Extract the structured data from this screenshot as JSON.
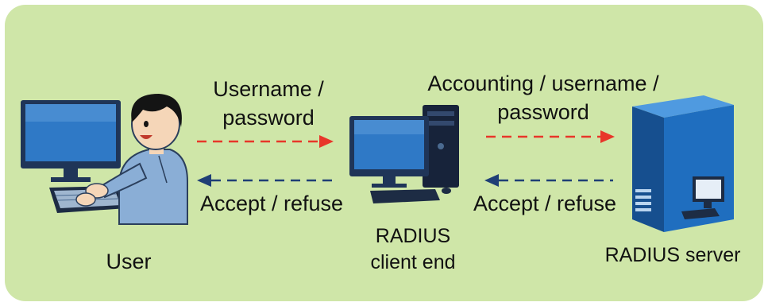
{
  "labels": {
    "user_to_client_top": "Username /",
    "user_to_client_bottom": "password",
    "client_to_user": "Accept / refuse",
    "client_to_server_top": "Accounting / username /",
    "client_to_server_bottom": "password",
    "server_to_client": "Accept / refuse",
    "user": "User",
    "client_top": "RADIUS",
    "client_bottom": "client end",
    "server": "RADIUS server"
  },
  "colors": {
    "background": "#cfe6a8",
    "request_arrow": "#e8362a",
    "response_arrow": "#1f3f76",
    "monitor_blue": "#2f79c6",
    "shirt": "#8aaed6",
    "server_blue": "#1f6ebf"
  },
  "icons": [
    "user-computer-icon",
    "client-computer-icon",
    "server-icon"
  ]
}
